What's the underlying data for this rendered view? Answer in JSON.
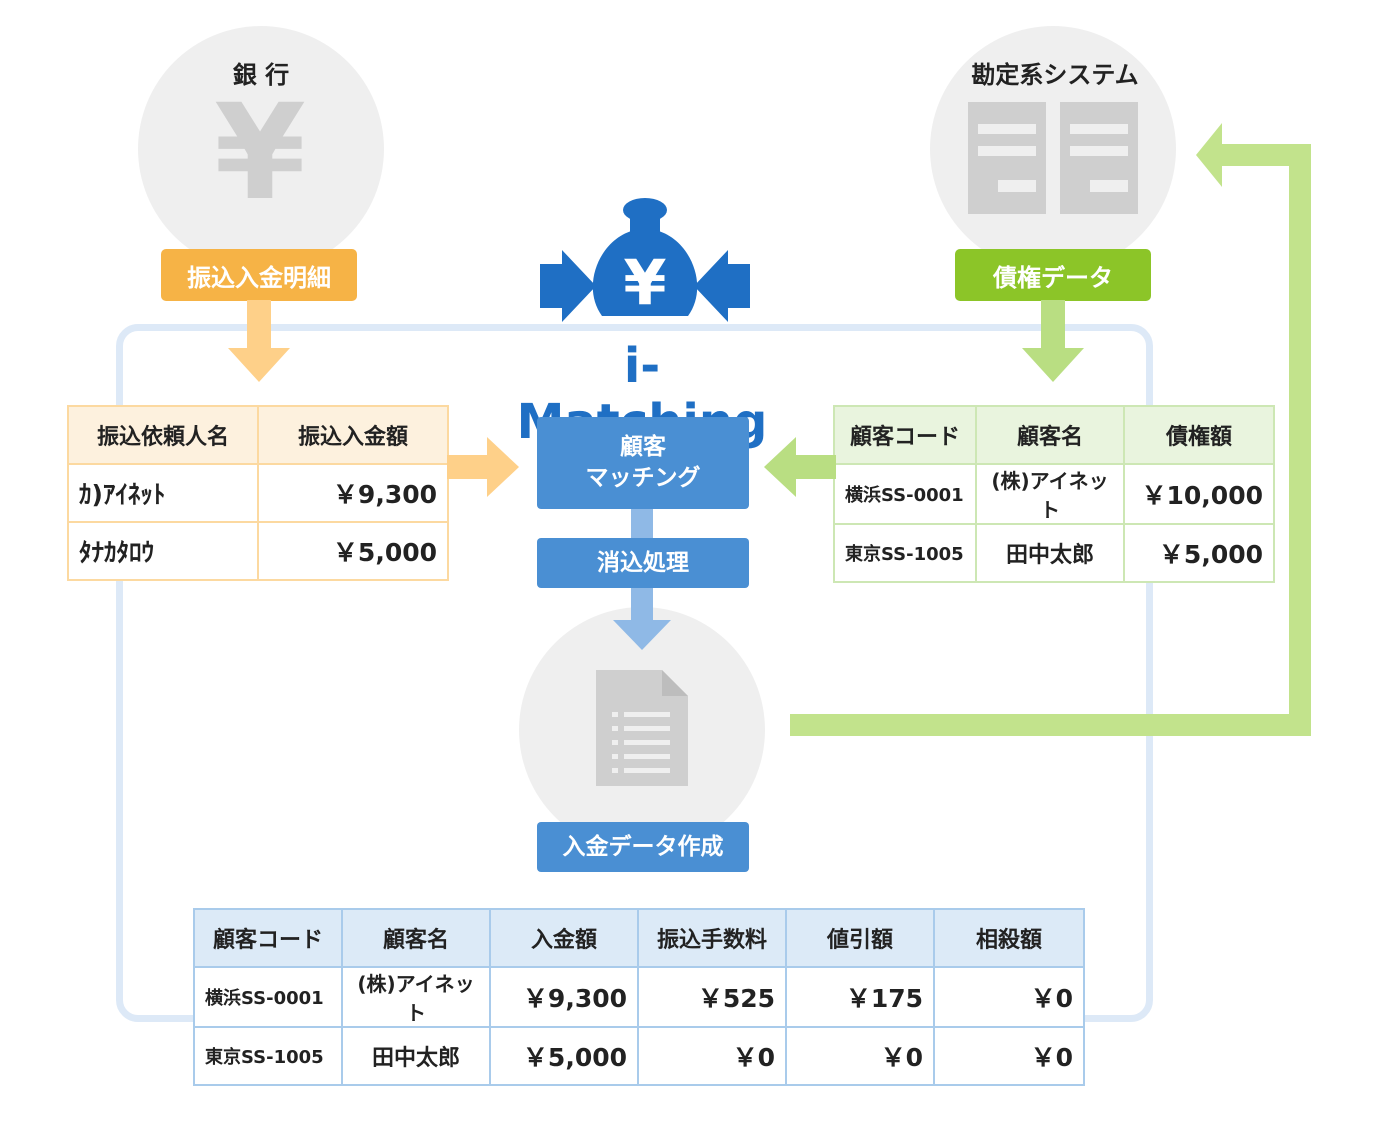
{
  "bank": {
    "title": "銀 行",
    "icon": "yen-icon",
    "label": "振込入金明細"
  },
  "accounting": {
    "title": "勘定系システム",
    "icon": "server-icon",
    "label": "債権データ"
  },
  "center": {
    "logo": "i-Matching",
    "matching_line1": "顧客",
    "matching_line2": "マッチング",
    "clearing": "消込処理",
    "output": "入金データ作成"
  },
  "transfer_table": {
    "headers": [
      "振込依頼人名",
      "振込入金額"
    ],
    "rows": [
      [
        "ｶ)ｱｲﾈｯﾄ",
        "￥9,300"
      ],
      [
        "ﾀﾅｶﾀﾛｳ",
        "￥5,000"
      ]
    ]
  },
  "receivable_table": {
    "headers": [
      "顧客コード",
      "顧客名",
      "債権額"
    ],
    "rows": [
      [
        "横浜SS-0001",
        "(株)アイネット",
        "￥10,000"
      ],
      [
        "東京SS-1005",
        "田中太郎",
        "￥5,000"
      ]
    ]
  },
  "result_table": {
    "headers": [
      "顧客コード",
      "顧客名",
      "入金額",
      "振込手数料",
      "値引額",
      "相殺額"
    ],
    "rows": [
      [
        "横浜SS-0001",
        "(株)アイネット",
        "￥9,300",
        "￥525",
        "￥175",
        "￥0"
      ],
      [
        "東京SS-1005",
        "田中太郎",
        "￥5,000",
        "￥0",
        "￥0",
        "￥0"
      ]
    ]
  },
  "colors": {
    "orange": "#f6b346",
    "green": "#8cc528",
    "blue": "#4a8fd3",
    "frame": "#dde9f7"
  }
}
